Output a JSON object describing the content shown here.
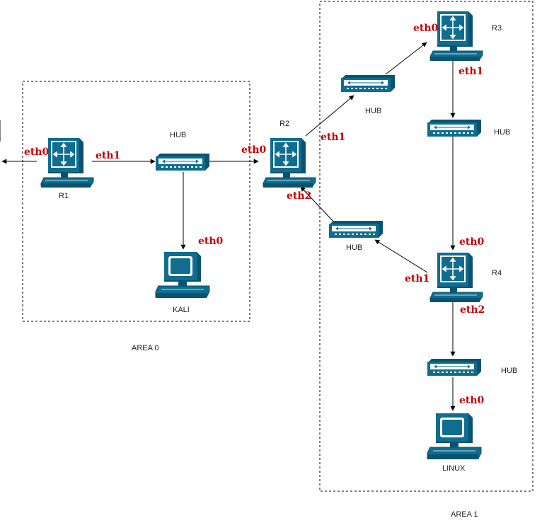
{
  "areas": {
    "area0": "AREA 0",
    "area1": "AREA 1"
  },
  "nodes": {
    "r1": "R1",
    "r2": "R2",
    "r3": "R3",
    "r4": "R4",
    "hub_a0": "HUB",
    "hub_r2_r3": "HUB",
    "hub_r3_r4": "HUB",
    "hub_r4_r2": "HUB",
    "hub_r4_linux": "HUB",
    "kali": "KALI",
    "linux": "LINUX"
  },
  "interfaces": {
    "r1_eth0": "eth0",
    "r1_eth1": "eth1",
    "r2_eth0": "eth0",
    "r2_eth1": "eth1",
    "r2_eth2": "eth2",
    "r3_eth0": "eth0",
    "r3_eth1": "eth1",
    "r4_eth0": "eth0",
    "r4_eth1": "eth1",
    "r4_eth2": "eth2",
    "kali_eth0": "eth0",
    "linux_eth0": "eth0"
  },
  "colors": {
    "device_fill": "#0f6d8f",
    "device_dark": "#0a5370",
    "interface_text": "#c00000"
  },
  "icons": {
    "router": "router-icon",
    "hub": "hub-icon",
    "workstation": "workstation-icon"
  }
}
